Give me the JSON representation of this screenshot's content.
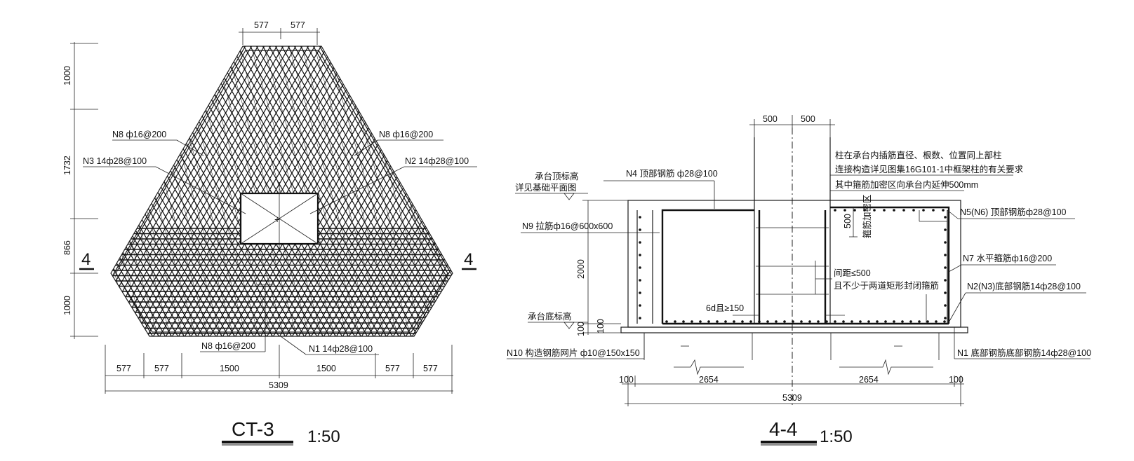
{
  "left_drawing": {
    "title": "CT-3",
    "scale": "1:50",
    "top_dims": [
      "577",
      "577"
    ],
    "left_dims": [
      "1000",
      "1732",
      "866",
      "1000"
    ],
    "bottom_dims": [
      "577",
      "577",
      "1500",
      "1500",
      "577",
      "577"
    ],
    "total_dim": "5309",
    "section_mark": "4",
    "labels": {
      "n8_left": "N8 ф16@200",
      "n8_right": "N8 ф16@200",
      "n3": "N3 14ф28@100",
      "n2": "N2 14ф28@100",
      "n8_bottom": "N8 ф16@200",
      "n1": "N1 14ф28@100"
    }
  },
  "right_drawing": {
    "title": "4-4",
    "scale": "1:50",
    "top_dims": [
      "500",
      "500"
    ],
    "height_dim": "2000",
    "small_dims": [
      "100",
      "100"
    ],
    "bottom_dims": [
      "100",
      "2654",
      "2654",
      "100"
    ],
    "total_dim": "5309",
    "sub_dim_500": "500",
    "vertical_note": "箍筋加密区",
    "labels": {
      "top_elev_1": "承台顶标高",
      "top_elev_2": "详见基础平面图",
      "n4": "N4 顶部钢筋  ф28@100",
      "column_note_1": "柱在承台内插筋直径、根数、位置同上部柱",
      "column_note_2": "连接构造详见图集16G101-1中框架柱的有关要求",
      "column_note_3": "其中箍筋加密区向承台内延伸500mm",
      "n9": "N9 拉筋ф16@600x600",
      "n5n6": "N5(N6) 顶部钢筋ф28@100",
      "n7": "N7 水平箍筋ф16@200",
      "n2n3": "N2(N3)底部钢筋14ф28@100",
      "spacing_1": "间距≤500",
      "spacing_2": "且不少于两道矩形封闭箍筋",
      "anchor": "6d且≥150",
      "bottom_elev": "承台底标高",
      "n10": "N10 构造钢筋网片 ф10@150x150",
      "n1": "N1 底部钢筋底部钢筋14ф28@100"
    }
  }
}
